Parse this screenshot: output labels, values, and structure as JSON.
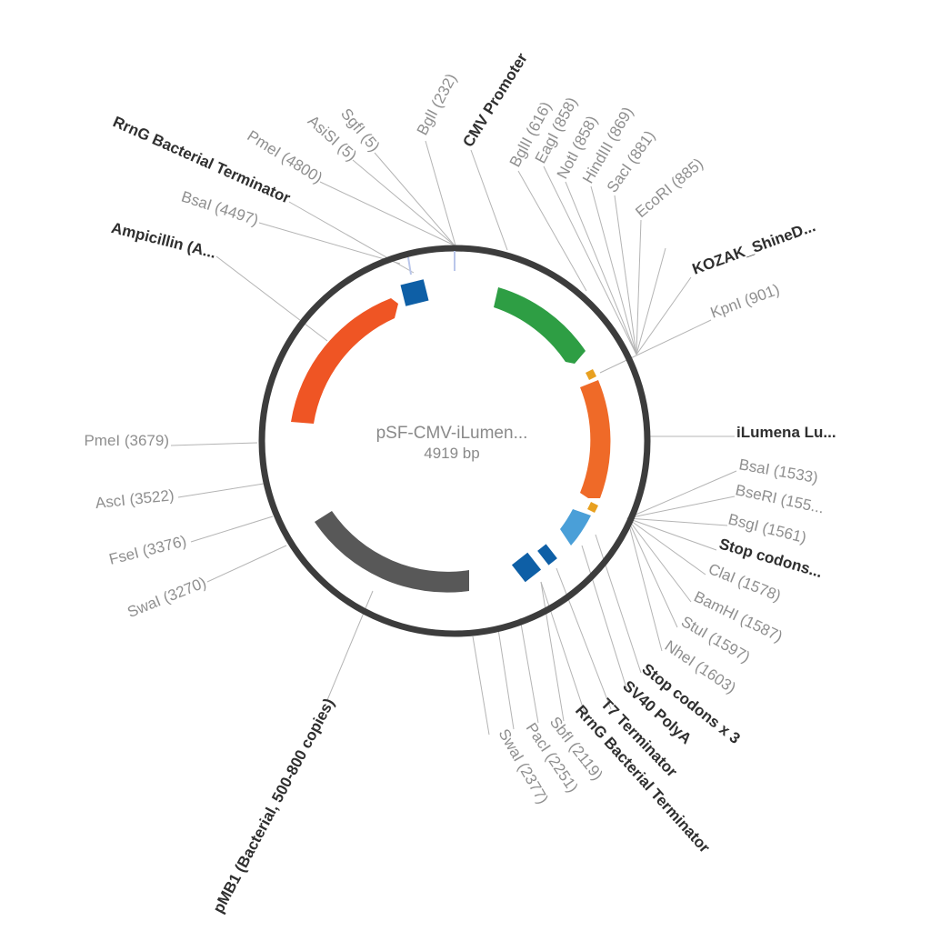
{
  "plasmid": {
    "name": "pSF-CMV-iLumen...",
    "size": "4919 bp"
  },
  "colors": {
    "backbone": "#3c3c3c",
    "cmv_promoter": "#2e9e44",
    "ampicillin": "#ef5524",
    "luciferase": "#ef6a28",
    "sv40_polya": "#4a9fd8",
    "terminator": "#0e5fa6",
    "pmb1": "#585858",
    "site_marker": "#b9c6ea",
    "kozak": "#e8a020"
  },
  "features": [
    {
      "id": "cmv-promoter",
      "label": "CMV Promoter",
      "color_key": "cmv_promoter"
    },
    {
      "id": "kozak",
      "label": "KOZAK_ShineD...",
      "color_key": "kozak"
    },
    {
      "id": "ilumena",
      "label": "iLumena Lu...",
      "color_key": "luciferase"
    },
    {
      "id": "stop-codons-1",
      "label": "Stop codons...",
      "color_key": "kozak"
    },
    {
      "id": "stop-codons-3",
      "label": "Stop codons x 3",
      "color_key": "kozak"
    },
    {
      "id": "sv40",
      "label": "SV40 PolyA",
      "color_key": "sv40_polya"
    },
    {
      "id": "t7-term",
      "label": "T7 Terminator",
      "color_key": "terminator"
    },
    {
      "id": "rrng-term-lower",
      "label": "RrnG Bacterial Terminator",
      "color_key": "terminator"
    },
    {
      "id": "pmb1",
      "label": "pMB1 (Bacterial, 500-800 copies)",
      "color_key": "pmb1"
    },
    {
      "id": "ampicillin",
      "label": "Ampicillin (A...",
      "color_key": "ampicillin"
    },
    {
      "id": "rrng-term-upper",
      "label": "RrnG Bacterial Terminator",
      "color_key": "terminator"
    }
  ],
  "sites": [
    {
      "id": "bgli-232",
      "label": "BglI (232)"
    },
    {
      "id": "bglii-616",
      "label": "BglII (616)"
    },
    {
      "id": "eagi-858",
      "label": "EagI (858)"
    },
    {
      "id": "noti-858",
      "label": "NotI (858)"
    },
    {
      "id": "hindiii-869",
      "label": "HindIII (869)"
    },
    {
      "id": "saci-881",
      "label": "SacI (881)"
    },
    {
      "id": "ecori-885",
      "label": "EcoRI (885)"
    },
    {
      "id": "kpni-901",
      "label": "KpnI (901)"
    },
    {
      "id": "bsai-1533",
      "label": "BsaI (1533)"
    },
    {
      "id": "bseri-155",
      "label": "BseRI (155..."
    },
    {
      "id": "bsgi-1561",
      "label": "BsgI (1561)"
    },
    {
      "id": "clai-1578",
      "label": "ClaI (1578)"
    },
    {
      "id": "bamhi-1587",
      "label": "BamHI (1587)"
    },
    {
      "id": "stui-1597",
      "label": "StuI (1597)"
    },
    {
      "id": "nhei-1603",
      "label": "NheI (1603)"
    },
    {
      "id": "sbfi-2119",
      "label": "SbfI (2119)"
    },
    {
      "id": "paci-2251",
      "label": "PacI (2251)"
    },
    {
      "id": "swai-2377",
      "label": "SwaI (2377)"
    },
    {
      "id": "swai-3270",
      "label": "SwaI (3270)"
    },
    {
      "id": "fsei-3376",
      "label": "FseI (3376)"
    },
    {
      "id": "asci-3522",
      "label": "AscI (3522)"
    },
    {
      "id": "pmei-3679",
      "label": "PmeI (3679)"
    },
    {
      "id": "bsai-4497",
      "label": "BsaI (4497)"
    },
    {
      "id": "pmei-4800",
      "label": "PmeI (4800)"
    },
    {
      "id": "asisi-5",
      "label": "AsiSI (5)"
    },
    {
      "id": "sgfi-5",
      "label": "SgfI (5)"
    }
  ]
}
